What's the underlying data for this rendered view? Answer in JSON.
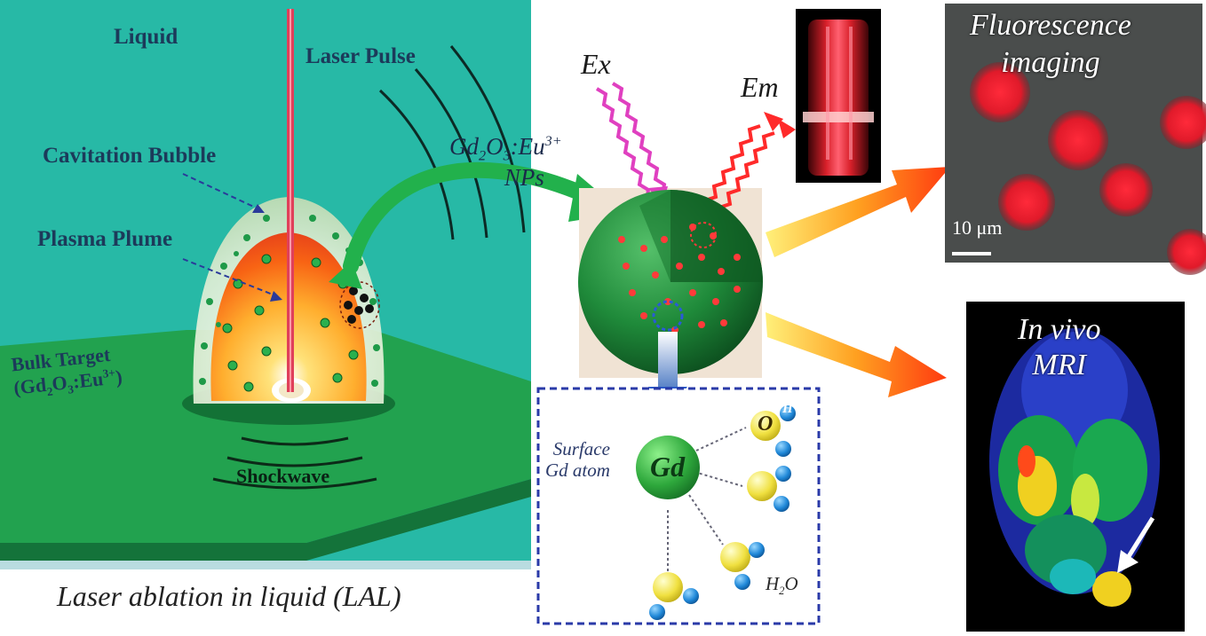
{
  "left_panel": {
    "liquid": "Liquid",
    "laser_pulse": "Laser Pulse",
    "cavitation_bubble": "Cavitation Bubble",
    "plasma_plume": "Plasma Plume",
    "bulk_target_line1": "Bulk Target",
    "bulk_target_line2_prefix": "(Gd",
    "bulk_target_sub1": "2",
    "bulk_target_mid": "O",
    "bulk_target_sub2": "3",
    "bulk_target_suffix": ":Eu",
    "bulk_target_sup": "3+",
    "bulk_target_close": ")",
    "shockwave": "Shockwave",
    "caption": "Laser ablation in liquid (LAL)"
  },
  "middle_panel": {
    "np_formula_prefix": "Gd",
    "np_sub1": "2",
    "np_mid": "O",
    "np_sub2": "3",
    "np_suffix": ":Eu",
    "np_sup": "3+",
    "nps": "NPs",
    "ex": "Ex",
    "em": "Em",
    "surface": "Surface",
    "gd_atom": "Gd atom",
    "gd": "Gd",
    "o": "O",
    "h": "H",
    "h2o_prefix": "H",
    "h2o_sub": "2",
    "h2o_suffix": "O"
  },
  "right_panel": {
    "fluorescence_line1": "Fluorescence",
    "fluorescence_line2": "imaging",
    "scale_bar": "10 μm",
    "mri_line1": "In vivo",
    "mri_line2": "MRI"
  },
  "colors": {
    "liquid_bg": "#27b9a6",
    "target_green": "#22a24f",
    "nanoparticle_green": "#1f7a34",
    "emission_red": "#ff2a2a",
    "excitation_magenta": "#e040c0",
    "box_blue": "#2a3aa8"
  }
}
